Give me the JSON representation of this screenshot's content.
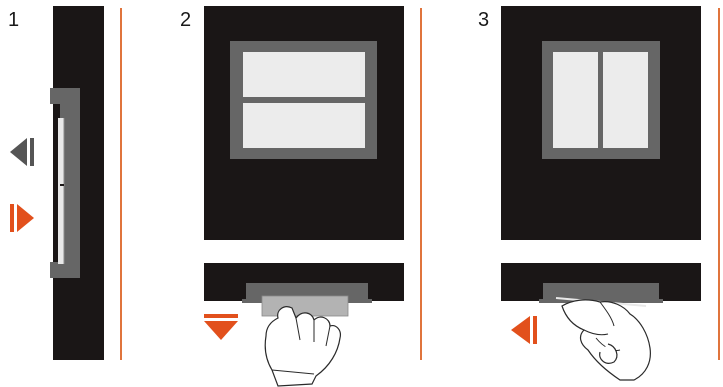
{
  "steps": [
    {
      "number": "1"
    },
    {
      "number": "2"
    },
    {
      "number": "3"
    }
  ],
  "colors": {
    "panel": "#1a1616",
    "frame": "#666666",
    "window": "#ececec",
    "accent": "#e2501c",
    "divider": "#e0743c",
    "arrow_dark": "#555555"
  }
}
